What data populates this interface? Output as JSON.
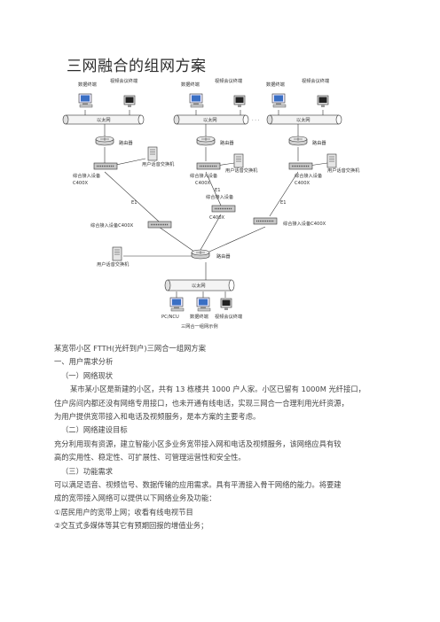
{
  "doc": {
    "title": "三网融合的组网方案"
  },
  "diagram": {
    "top_terminals": [
      "数据终端",
      "视频会议终端",
      "数据终端",
      "视频会议终端",
      "数据终端",
      "视频会议终端"
    ],
    "ip_network_label": "以太网",
    "ellipsis": "· · ·",
    "router_label": "路由器",
    "exchange_label": "用户话音交换机",
    "access_device_label": "综合接入设备",
    "model_label": "C400X",
    "link_label": "E1",
    "access_device_c400x": "综合接入设备C400X",
    "bottom_terminals": [
      "PC/NCU",
      "数据终端",
      "视频会议终端"
    ],
    "caption": "三网合一组网示例"
  },
  "text": {
    "subtitle": "某宽带小区 FTTH(光纤到户)三网合一组网方案",
    "s1": "一、用户需求分析",
    "s1_1": "（一）网络现状",
    "p1_l1": "某市某小区是新建的小区，共有 13 栋楼共 1000 户人家。小区已留有 1000M 光纤接口，",
    "p1_l2": "住户房间内都还没有网络专用接口，也未开通有线电话，实现三网合一合理利用光纤资源，",
    "p1_l3": "为用户提供宽带接入和电话及视频服务，是本方案的主要考虑。",
    "s1_2": "（二）网络建设目标",
    "p2_l1": "充分利用现有资源，建立智能小区多业务宽带接入网和电话及视频服务，该网络应具有较",
    "p2_l2": "高的实用性、稳定性、可扩展性、可管理运营性和安全性。",
    "s1_3": "（三）功能需求",
    "p3_l1": "可以满足语音、视频信号、数据传输的应用需求。具有平滑接入骨干网络的能力。将要建",
    "p3_l2": "成的宽带接入网络可以提供以下网络业务及功能：",
    "li1": "①居民用户的宽带上网；收看有线电视节目",
    "li2": "②交互式多媒体等其它有预期回报的增值业务；"
  },
  "colors": {
    "line": "#333333",
    "pipe_fill": "#f4f4f4",
    "device_fill": "#dcdcdc"
  }
}
